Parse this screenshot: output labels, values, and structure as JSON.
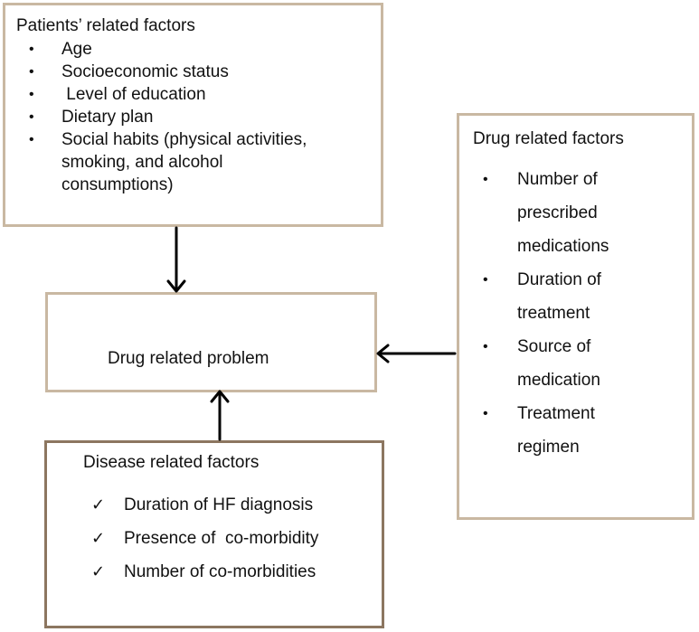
{
  "patients": {
    "title": "Patients’ related factors",
    "bullet": "•",
    "items": [
      "Age",
      "Socioeconomic status",
      " Level of education",
      "Dietary plan",
      "Social habits (physical activities, smoking, and alcohol consumptions)"
    ]
  },
  "problem": {
    "label": "Drug related problem"
  },
  "drug": {
    "title": "Drug related factors",
    "bullet": "•",
    "items": [
      "Number  of prescribed medications",
      "Duration of treatment",
      "Source of medication",
      "Treatment regimen"
    ]
  },
  "disease": {
    "title": "Disease related factors",
    "check": "✓",
    "items": [
      "Duration of HF diagnosis",
      "Presence of  co-morbidity",
      "Number of co-morbidities"
    ]
  },
  "colors": {
    "box_border_light": "#c9b8a2",
    "box_border_dark": "#8c7660",
    "arrow": "#000000"
  }
}
